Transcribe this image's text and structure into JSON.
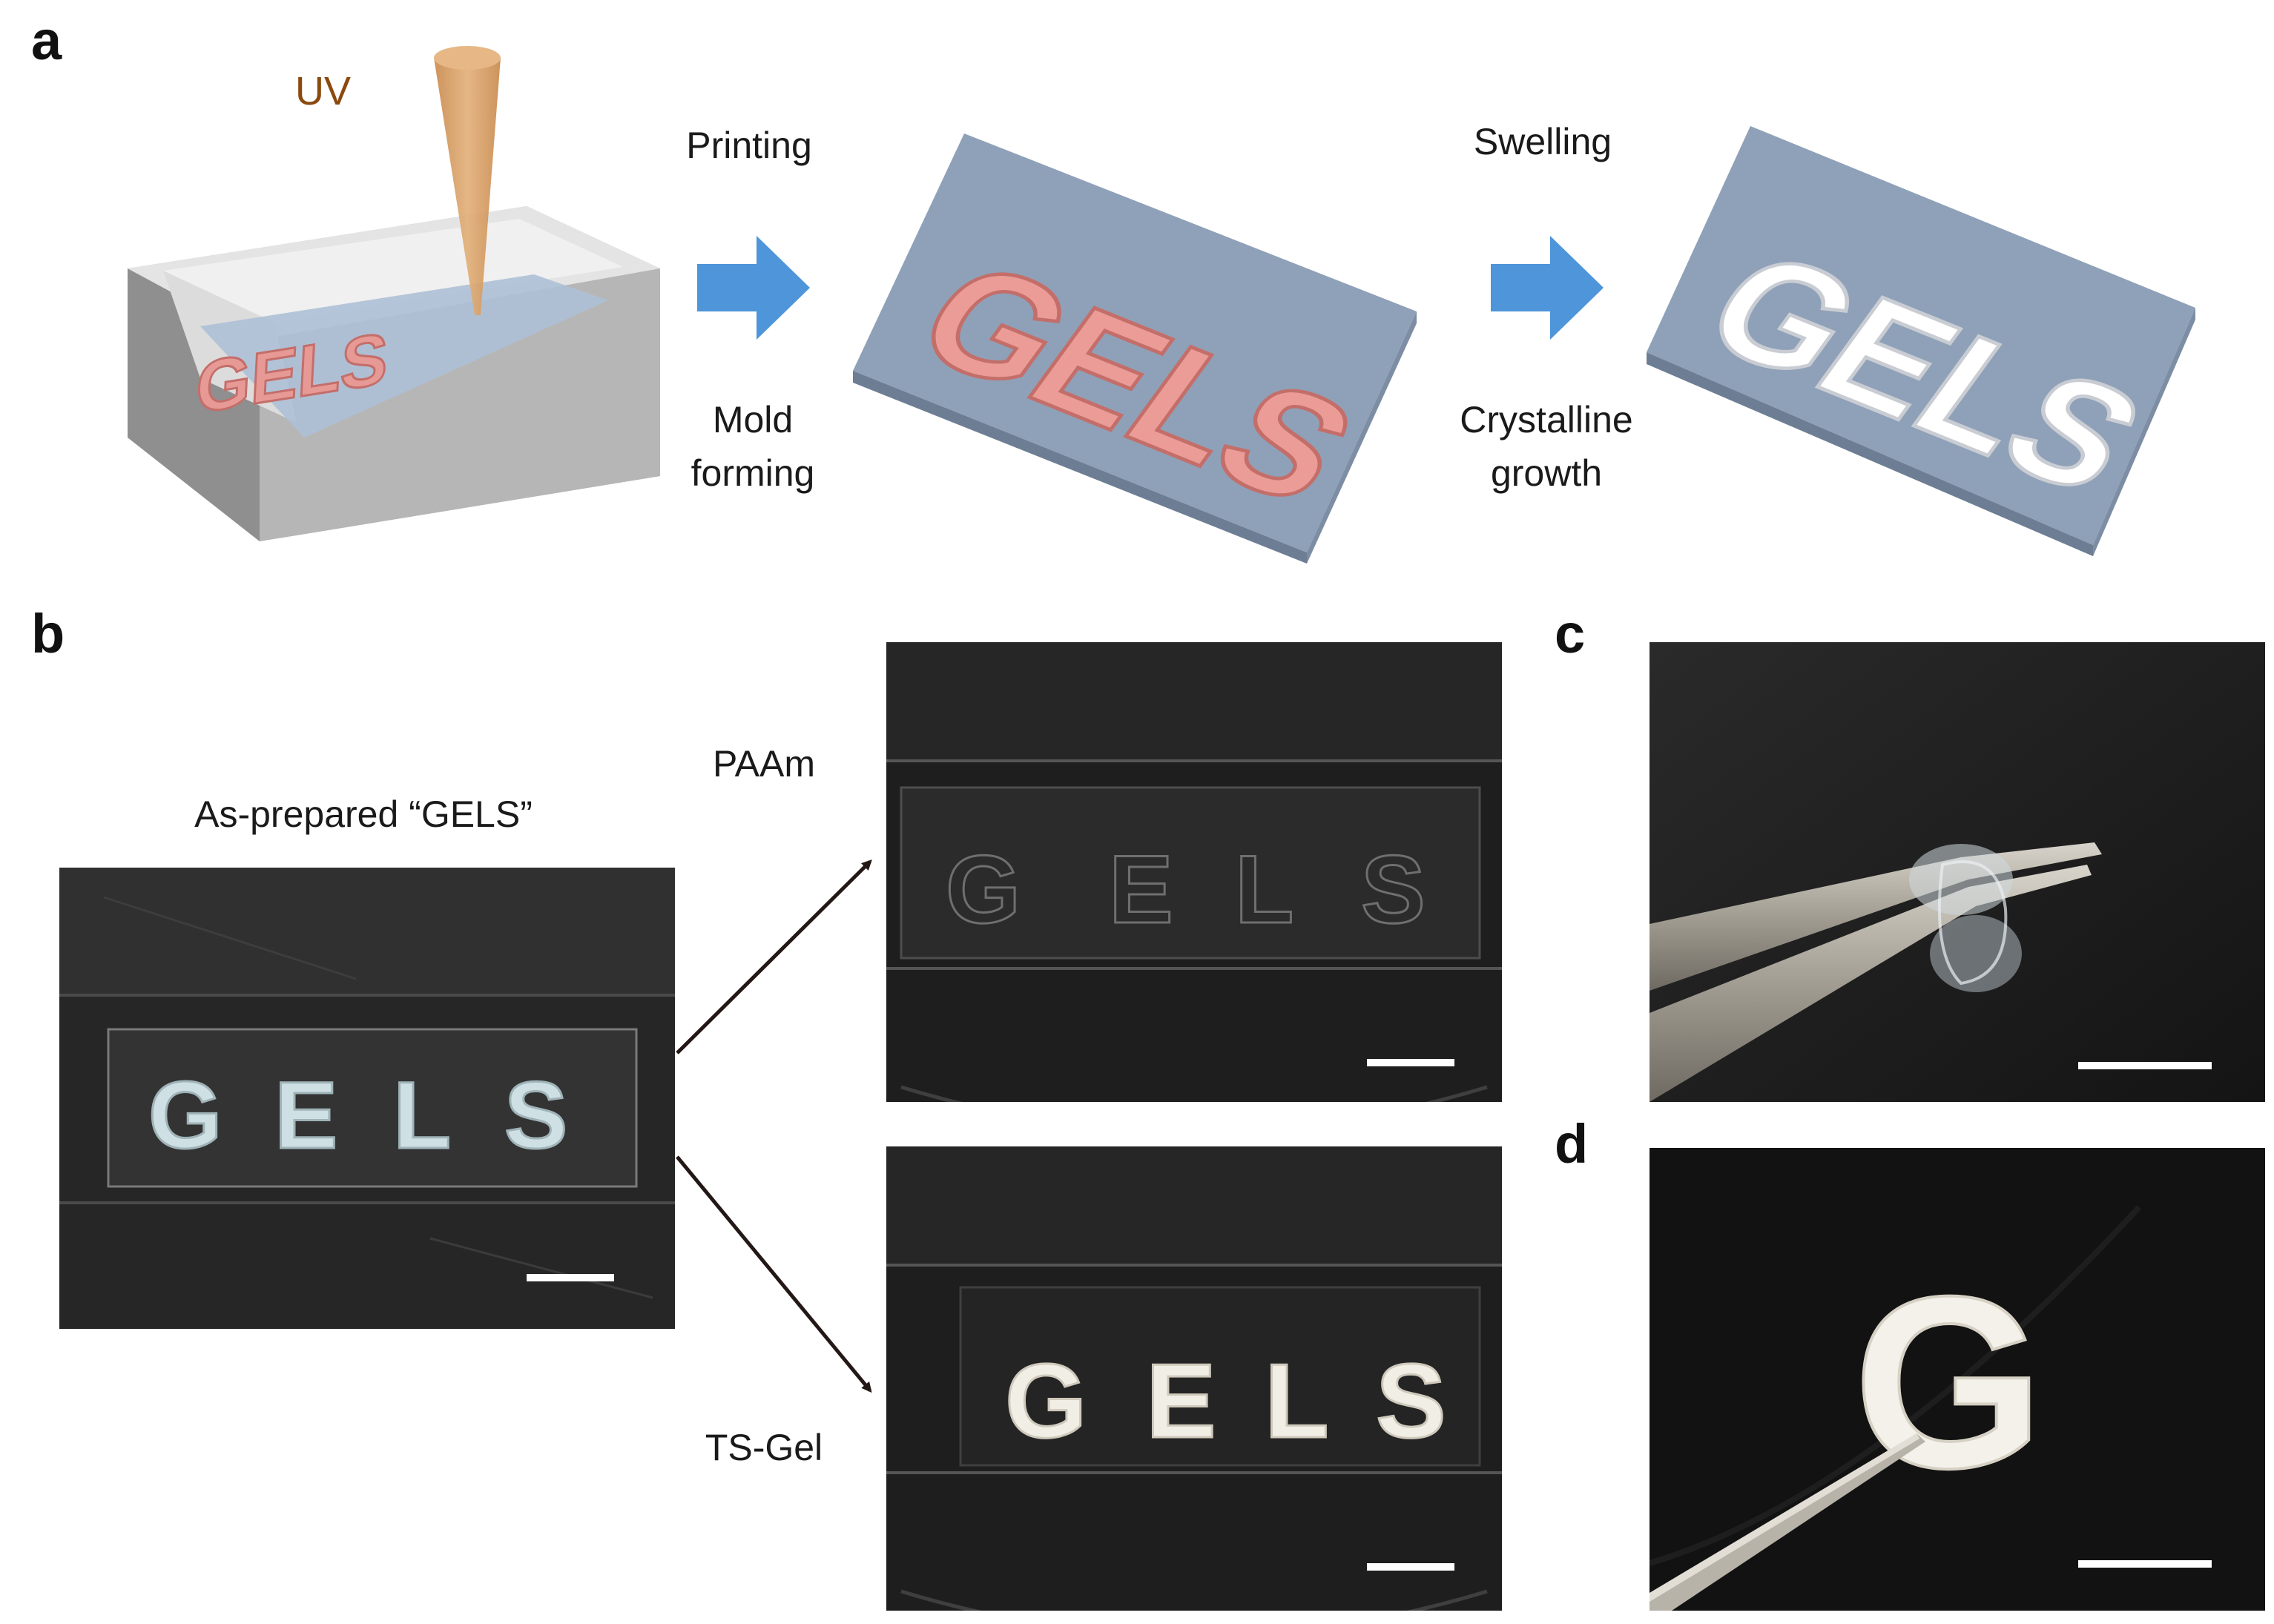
{
  "figure": {
    "panels": [
      "a",
      "b",
      "c",
      "d"
    ],
    "panel_a": {
      "uv_label": "UV",
      "step1_top": "Printing",
      "step1_bottom_line1": "Mold",
      "step1_bottom_line2": "forming",
      "step2_top": "Swelling",
      "step2_bottom_line1": "Crystalline",
      "step2_bottom_line2": "growth",
      "print_text": "GELS",
      "mold_text": "GELS",
      "crystal_text": "GELS"
    },
    "panel_b": {
      "as_prepared_label": "As-prepared “GELS”",
      "top_label": "PAAm",
      "bottom_label": "TS-Gel",
      "letters": [
        "G",
        "E",
        "L",
        "S"
      ]
    },
    "colors": {
      "mold_slab": "#8fa1b8",
      "gel_pink": "#e79a95",
      "arrow_blue": "#4e95d9",
      "uv_beam": "#d7a068",
      "photo_bg": "#1c1c1c"
    }
  }
}
